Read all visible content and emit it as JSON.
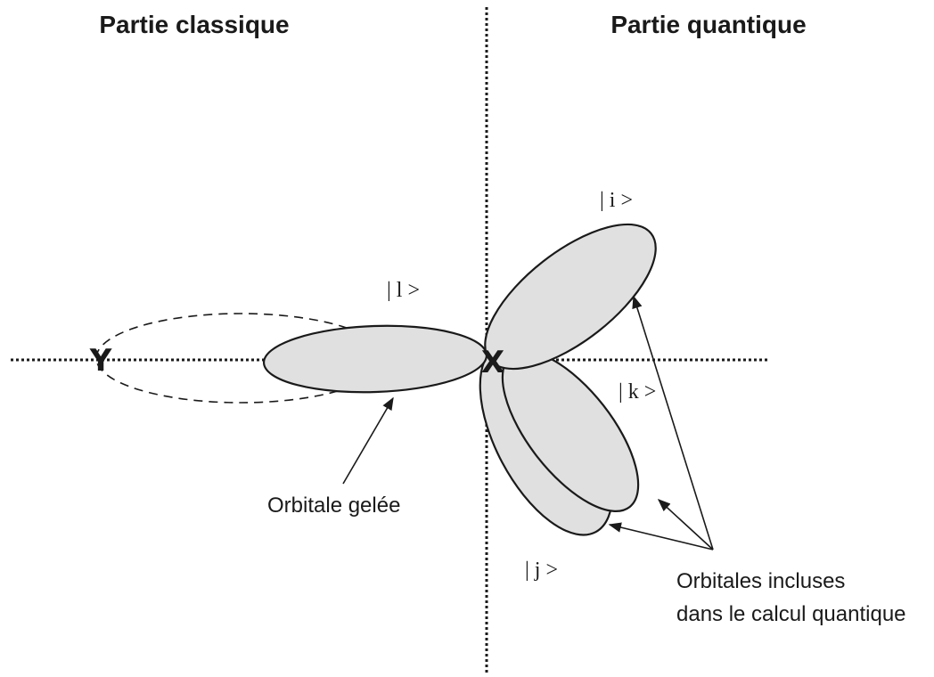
{
  "titles": {
    "classical": "Partie classique",
    "quantum": "Partie quantique"
  },
  "atoms": {
    "y": "Y",
    "x": "X"
  },
  "orbitals": {
    "l": "| l >",
    "i": "| i >",
    "k": "| k >",
    "j": "| j >"
  },
  "captions": {
    "frozen": "Orbitale gelée",
    "included_line1": "Orbitales incluses",
    "included_line2": "dans le calcul quantique"
  },
  "colors": {
    "ink": "#1a1a1a",
    "orbital_fill": "#e0e0e0"
  }
}
